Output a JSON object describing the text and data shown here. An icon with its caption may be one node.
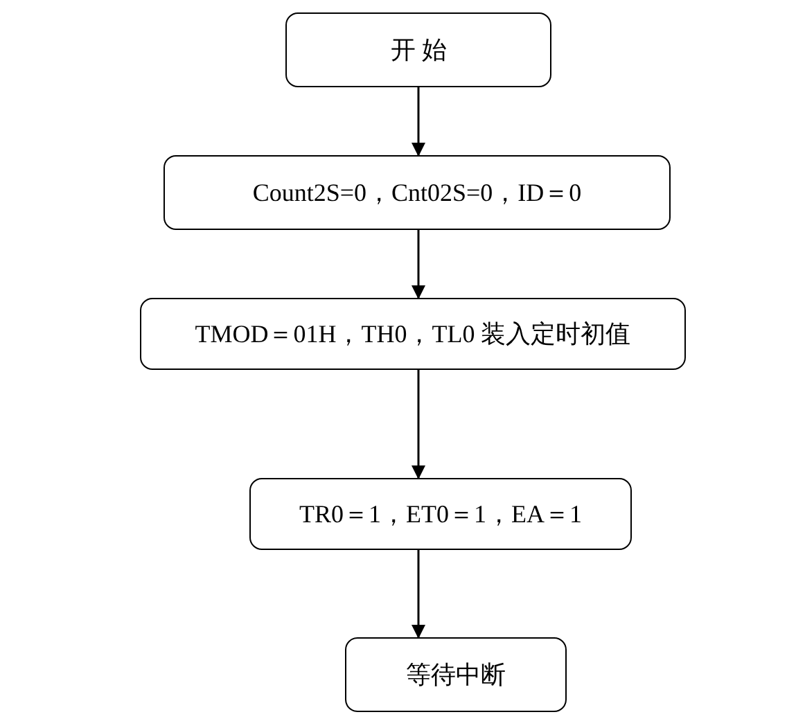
{
  "diagram": {
    "nodes": [
      {
        "text": [
          "开 始"
        ]
      },
      {
        "text": [
          "Count2S=0，Cnt02S=0，ID＝0"
        ]
      },
      {
        "text": [
          "TMOD＝01H，TH0，TL0 装入定时初值"
        ]
      },
      {
        "text": [
          "TR0＝1，ET0＝1，EA＝1"
        ]
      },
      {
        "text": [
          "等待中断"
        ]
      }
    ],
    "edges": [
      {
        "from": 0,
        "to": 1,
        "arrow": "to"
      },
      {
        "from": 1,
        "to": 2,
        "arrow": "to"
      },
      {
        "from": 2,
        "to": 3,
        "arrow": "to"
      },
      {
        "from": 3,
        "to": 4,
        "arrow": "to"
      }
    ]
  }
}
